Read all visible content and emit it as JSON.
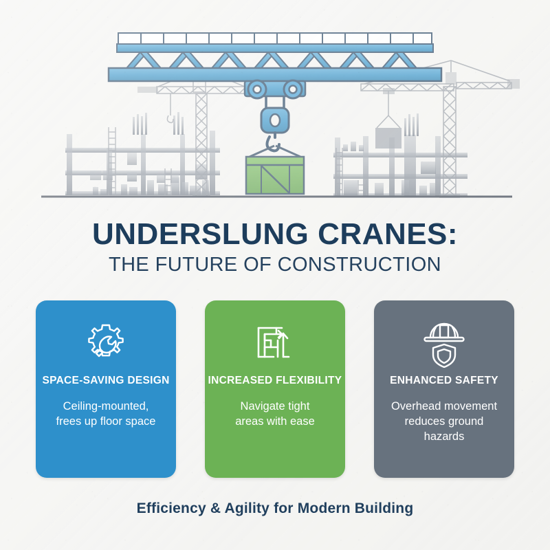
{
  "background_color": "#f3f3f1",
  "hero": {
    "name": "underslung-crane-illustration",
    "girder_color": "#2e8fc6",
    "girder_dark": "#1f6e9c",
    "outline_color": "#1d3d5c",
    "load_color": "#6cb255",
    "scene_color": "#8b929c",
    "ground_color": "#3c4450",
    "elements": {
      "girder": "underslung-bridge-girder",
      "trolley": "trolley-with-wheels",
      "hook_block": "hook-block",
      "hook": "crane-hook",
      "load": "green-crate-load",
      "left_building": "construction-building-left",
      "right_building": "construction-building-right",
      "tower_crane_left": "tower-crane-left",
      "tower_crane_right": "tower-crane-right",
      "ground_line": "ground-line"
    }
  },
  "title": {
    "main": "UNDERSLUNG CRANES:",
    "sub": "THE FUTURE OF CONSTRUCTION",
    "color": "#1d3d5c"
  },
  "cards": [
    {
      "id": "space-saving-design",
      "title": "SPACE-SAVING DESIGN",
      "body": "Ceiling-mounted,\nfrees up floor space",
      "body_line1": "Ceiling-mounted,",
      "body_line2": "frees up floor space",
      "color": "#2e90cb",
      "icon": "gear-wrench-icon"
    },
    {
      "id": "increased-flexibility",
      "title": "INCREASED FLEXIBILITY",
      "body": "Navigate tight\nareas with ease",
      "body_line1": "Navigate tight",
      "body_line2": "areas with ease",
      "color": "#6cb255",
      "icon": "maze-arrows-icon"
    },
    {
      "id": "enhanced-safety",
      "title": "ENHANCED SAFETY",
      "body": "Overhead movement\nreduces ground\nhazards",
      "body_line1": "Overhead movement",
      "body_line2": "reduces ground",
      "body_line3": "hazards",
      "color": "#67727e",
      "icon": "hardhat-shield-icon"
    }
  ],
  "footer": {
    "text": "Efficiency & Agility for Modern Building",
    "color": "#203f5d"
  }
}
